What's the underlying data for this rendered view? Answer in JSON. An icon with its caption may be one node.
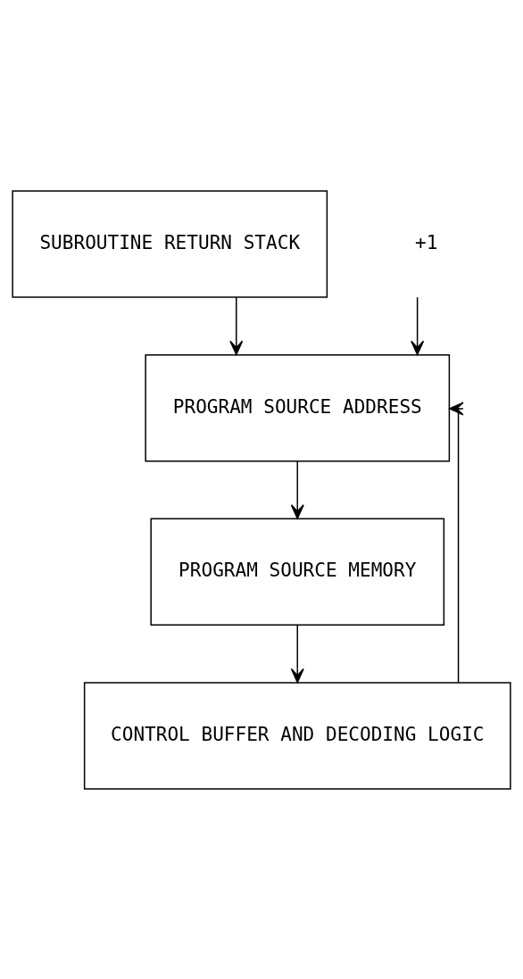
{
  "diagram": {
    "nodes": [
      {
        "text": [
          "SUBROUTINE RETURN STACK"
        ]
      },
      {
        "text": [
          "PROGRAM SOURCE ADDRESS"
        ]
      },
      {
        "text": [
          "PROGRAM SOURCE MEMORY"
        ]
      },
      {
        "text": [
          "CONTROL BUFFER AND DECODING LOGIC"
        ]
      },
      {
        "text": [
          "+1"
        ]
      }
    ],
    "edges": [
      {
        "from": 0,
        "to": 1,
        "arrow": "to"
      },
      {
        "from": 4,
        "to": 1,
        "arrow": "to"
      },
      {
        "from": 3,
        "to": 1,
        "arrow": "to"
      },
      {
        "from": 1,
        "to": 2,
        "arrow": "to"
      },
      {
        "from": 2,
        "to": 3,
        "arrow": "to"
      }
    ]
  }
}
